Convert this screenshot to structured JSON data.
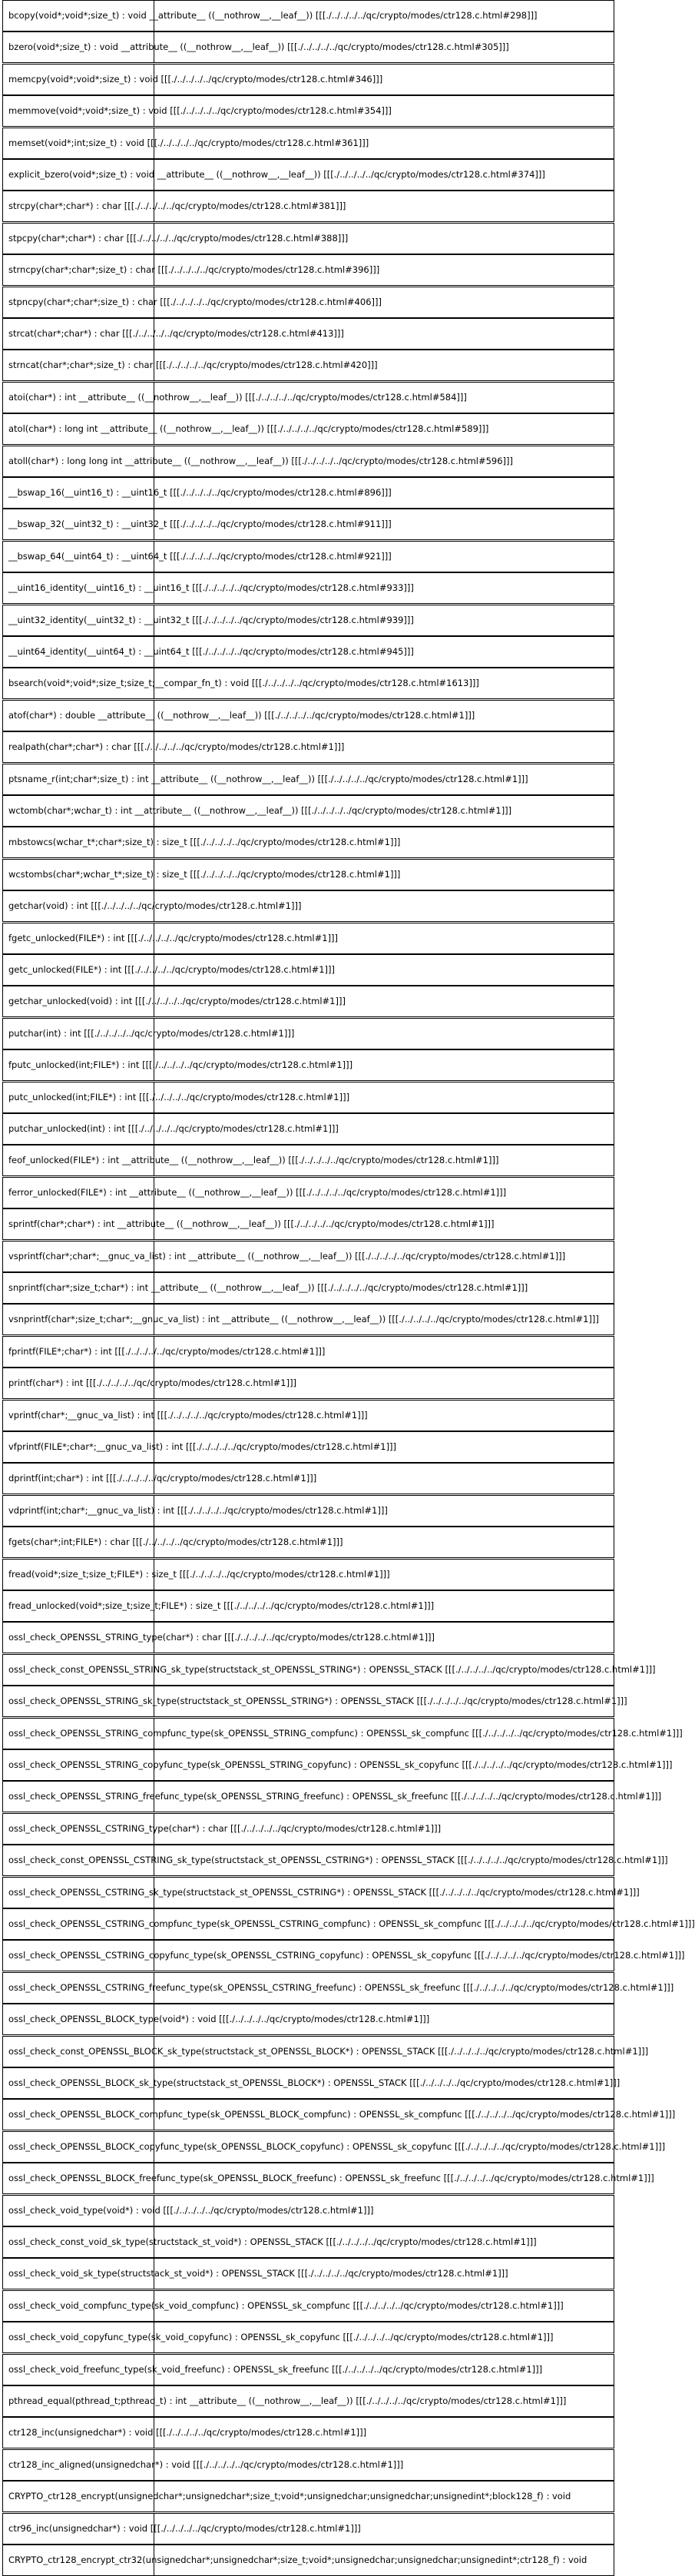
{
  "symbols": [
    "bcopy(void*;void*;size_t) : void __attribute__ ((__nothrow__,__leaf__)) [[[./../../../../qc/crypto/modes/ctr128.c.html#298]]]",
    "bzero(void*;size_t) : void __attribute__ ((__nothrow__,__leaf__)) [[[./../../../../qc/crypto/modes/ctr128.c.html#305]]]",
    "memcpy(void*;void*;size_t) : void [[[./../../../../qc/crypto/modes/ctr128.c.html#346]]]",
    "memmove(void*;void*;size_t) : void [[[./../../../../qc/crypto/modes/ctr128.c.html#354]]]",
    "memset(void*;int;size_t) : void [[[./../../../../qc/crypto/modes/ctr128.c.html#361]]]",
    "explicit_bzero(void*;size_t) : void __attribute__ ((__nothrow__,__leaf__)) [[[./../../../../qc/crypto/modes/ctr128.c.html#374]]]",
    "strcpy(char*;char*) : char [[[./../../../../qc/crypto/modes/ctr128.c.html#381]]]",
    "stpcpy(char*;char*) : char [[[./../../../../qc/crypto/modes/ctr128.c.html#388]]]",
    "strncpy(char*;char*;size_t) : char [[[./../../../../qc/crypto/modes/ctr128.c.html#396]]]",
    "stpncpy(char*;char*;size_t) : char [[[./../../../../qc/crypto/modes/ctr128.c.html#406]]]",
    "strcat(char*;char*) : char [[[./../../../../qc/crypto/modes/ctr128.c.html#413]]]",
    "strncat(char*;char*;size_t) : char [[[./../../../../qc/crypto/modes/ctr128.c.html#420]]]",
    "atoi(char*) : int __attribute__ ((__nothrow__,__leaf__)) [[[./../../../../qc/crypto/modes/ctr128.c.html#584]]]",
    "atol(char*) : long int __attribute__ ((__nothrow__,__leaf__)) [[[./../../../../qc/crypto/modes/ctr128.c.html#589]]]",
    "atoll(char*) : long long int __attribute__ ((__nothrow__,__leaf__)) [[[./../../../../qc/crypto/modes/ctr128.c.html#596]]]",
    "__bswap_16(__uint16_t) : __uint16_t [[[./../../../../qc/crypto/modes/ctr128.c.html#896]]]",
    "__bswap_32(__uint32_t) : __uint32_t [[[./../../../../qc/crypto/modes/ctr128.c.html#911]]]",
    "__bswap_64(__uint64_t) : __uint64_t [[[./../../../../qc/crypto/modes/ctr128.c.html#921]]]",
    "__uint16_identity(__uint16_t) : __uint16_t [[[./../../../../qc/crypto/modes/ctr128.c.html#933]]]",
    "__uint32_identity(__uint32_t) : __uint32_t [[[./../../../../qc/crypto/modes/ctr128.c.html#939]]]",
    "__uint64_identity(__uint64_t) : __uint64_t [[[./../../../../qc/crypto/modes/ctr128.c.html#945]]]",
    "bsearch(void*;void*;size_t;size_t;__compar_fn_t) : void [[[./../../../../qc/crypto/modes/ctr128.c.html#1613]]]",
    "atof(char*) : double __attribute__ ((__nothrow__,__leaf__)) [[[./../../../../qc/crypto/modes/ctr128.c.html#1]]]",
    "realpath(char*;char*) : char [[[./../../../../qc/crypto/modes/ctr128.c.html#1]]]",
    "ptsname_r(int;char*;size_t) : int __attribute__ ((__nothrow__,__leaf__)) [[[./../../../../qc/crypto/modes/ctr128.c.html#1]]]",
    "wctomb(char*;wchar_t) : int __attribute__ ((__nothrow__,__leaf__)) [[[./../../../../qc/crypto/modes/ctr128.c.html#1]]]",
    "mbstowcs(wchar_t*;char*;size_t) : size_t [[[./../../../../qc/crypto/modes/ctr128.c.html#1]]]",
    "wcstombs(char*;wchar_t*;size_t) : size_t [[[./../../../../qc/crypto/modes/ctr128.c.html#1]]]",
    "getchar(void) : int [[[./../../../../qc/crypto/modes/ctr128.c.html#1]]]",
    "fgetc_unlocked(FILE*) : int [[[./../../../../qc/crypto/modes/ctr128.c.html#1]]]",
    "getc_unlocked(FILE*) : int [[[./../../../../qc/crypto/modes/ctr128.c.html#1]]]",
    "getchar_unlocked(void) : int [[[./../../../../qc/crypto/modes/ctr128.c.html#1]]]",
    "putchar(int) : int [[[./../../../../qc/crypto/modes/ctr128.c.html#1]]]",
    "fputc_unlocked(int;FILE*) : int [[[./../../../../qc/crypto/modes/ctr128.c.html#1]]]",
    "putc_unlocked(int;FILE*) : int [[[./../../../../qc/crypto/modes/ctr128.c.html#1]]]",
    "putchar_unlocked(int) : int [[[./../../../../qc/crypto/modes/ctr128.c.html#1]]]",
    "feof_unlocked(FILE*) : int __attribute__ ((__nothrow__,__leaf__)) [[[./../../../../qc/crypto/modes/ctr128.c.html#1]]]",
    "ferror_unlocked(FILE*) : int __attribute__ ((__nothrow__,__leaf__)) [[[./../../../../qc/crypto/modes/ctr128.c.html#1]]]",
    "sprintf(char*;char*) : int __attribute__ ((__nothrow__,__leaf__)) [[[./../../../../qc/crypto/modes/ctr128.c.html#1]]]",
    "vsprintf(char*;char*;__gnuc_va_list) : int __attribute__ ((__nothrow__,__leaf__)) [[[./../../../../qc/crypto/modes/ctr128.c.html#1]]]",
    "snprintf(char*;size_t;char*) : int __attribute__ ((__nothrow__,__leaf__)) [[[./../../../../qc/crypto/modes/ctr128.c.html#1]]]",
    "vsnprintf(char*;size_t;char*;__gnuc_va_list) : int __attribute__ ((__nothrow__,__leaf__)) [[[./../../../../qc/crypto/modes/ctr128.c.html#1]]]",
    "fprintf(FILE*;char*) : int [[[./../../../../qc/crypto/modes/ctr128.c.html#1]]]",
    "printf(char*) : int [[[./../../../../qc/crypto/modes/ctr128.c.html#1]]]",
    "vprintf(char*;__gnuc_va_list) : int [[[./../../../../qc/crypto/modes/ctr128.c.html#1]]]",
    "vfprintf(FILE*;char*;__gnuc_va_list) : int [[[./../../../../qc/crypto/modes/ctr128.c.html#1]]]",
    "dprintf(int;char*) : int [[[./../../../../qc/crypto/modes/ctr128.c.html#1]]]",
    "vdprintf(int;char*;__gnuc_va_list) : int [[[./../../../../qc/crypto/modes/ctr128.c.html#1]]]",
    "fgets(char*;int;FILE*) : char [[[./../../../../qc/crypto/modes/ctr128.c.html#1]]]",
    "fread(void*;size_t;size_t;FILE*) : size_t [[[./../../../../qc/crypto/modes/ctr128.c.html#1]]]",
    "fread_unlocked(void*;size_t;size_t;FILE*) : size_t [[[./../../../../qc/crypto/modes/ctr128.c.html#1]]]",
    "ossl_check_OPENSSL_STRING_type(char*) : char [[[./../../../../qc/crypto/modes/ctr128.c.html#1]]]",
    "ossl_check_const_OPENSSL_STRING_sk_type(structstack_st_OPENSSL_STRING*) : OPENSSL_STACK [[[./../../../../qc/crypto/modes/ctr128.c.html#1]]]",
    "ossl_check_OPENSSL_STRING_sk_type(structstack_st_OPENSSL_STRING*) : OPENSSL_STACK [[[./../../../../qc/crypto/modes/ctr128.c.html#1]]]",
    "ossl_check_OPENSSL_STRING_compfunc_type(sk_OPENSSL_STRING_compfunc) : OPENSSL_sk_compfunc [[[./../../../../qc/crypto/modes/ctr128.c.html#1]]]",
    "ossl_check_OPENSSL_STRING_copyfunc_type(sk_OPENSSL_STRING_copyfunc) : OPENSSL_sk_copyfunc [[[./../../../../qc/crypto/modes/ctr128.c.html#1]]]",
    "ossl_check_OPENSSL_STRING_freefunc_type(sk_OPENSSL_STRING_freefunc) : OPENSSL_sk_freefunc [[[./../../../../qc/crypto/modes/ctr128.c.html#1]]]",
    "ossl_check_OPENSSL_CSTRING_type(char*) : char [[[./../../../../qc/crypto/modes/ctr128.c.html#1]]]",
    "ossl_check_const_OPENSSL_CSTRING_sk_type(structstack_st_OPENSSL_CSTRING*) : OPENSSL_STACK [[[./../../../../qc/crypto/modes/ctr128.c.html#1]]]",
    "ossl_check_OPENSSL_CSTRING_sk_type(structstack_st_OPENSSL_CSTRING*) : OPENSSL_STACK [[[./../../../../qc/crypto/modes/ctr128.c.html#1]]]",
    "ossl_check_OPENSSL_CSTRING_compfunc_type(sk_OPENSSL_CSTRING_compfunc) : OPENSSL_sk_compfunc [[[./../../../../qc/crypto/modes/ctr128.c.html#1]]]",
    "ossl_check_OPENSSL_CSTRING_copyfunc_type(sk_OPENSSL_CSTRING_copyfunc) : OPENSSL_sk_copyfunc [[[./../../../../qc/crypto/modes/ctr128.c.html#1]]]",
    "ossl_check_OPENSSL_CSTRING_freefunc_type(sk_OPENSSL_CSTRING_freefunc) : OPENSSL_sk_freefunc [[[./../../../../qc/crypto/modes/ctr128.c.html#1]]]",
    "ossl_check_OPENSSL_BLOCK_type(void*) : void [[[./../../../../qc/crypto/modes/ctr128.c.html#1]]]",
    "ossl_check_const_OPENSSL_BLOCK_sk_type(structstack_st_OPENSSL_BLOCK*) : OPENSSL_STACK [[[./../../../../qc/crypto/modes/ctr128.c.html#1]]]",
    "ossl_check_OPENSSL_BLOCK_sk_type(structstack_st_OPENSSL_BLOCK*) : OPENSSL_STACK [[[./../../../../qc/crypto/modes/ctr128.c.html#1]]]",
    "ossl_check_OPENSSL_BLOCK_compfunc_type(sk_OPENSSL_BLOCK_compfunc) : OPENSSL_sk_compfunc [[[./../../../../qc/crypto/modes/ctr128.c.html#1]]]",
    "ossl_check_OPENSSL_BLOCK_copyfunc_type(sk_OPENSSL_BLOCK_copyfunc) : OPENSSL_sk_copyfunc [[[./../../../../qc/crypto/modes/ctr128.c.html#1]]]",
    "ossl_check_OPENSSL_BLOCK_freefunc_type(sk_OPENSSL_BLOCK_freefunc) : OPENSSL_sk_freefunc [[[./../../../../qc/crypto/modes/ctr128.c.html#1]]]",
    "ossl_check_void_type(void*) : void [[[./../../../../qc/crypto/modes/ctr128.c.html#1]]]",
    "ossl_check_const_void_sk_type(structstack_st_void*) : OPENSSL_STACK [[[./../../../../qc/crypto/modes/ctr128.c.html#1]]]",
    "ossl_check_void_sk_type(structstack_st_void*) : OPENSSL_STACK [[[./../../../../qc/crypto/modes/ctr128.c.html#1]]]",
    "ossl_check_void_compfunc_type(sk_void_compfunc) : OPENSSL_sk_compfunc [[[./../../../../qc/crypto/modes/ctr128.c.html#1]]]",
    "ossl_check_void_copyfunc_type(sk_void_copyfunc) : OPENSSL_sk_copyfunc [[[./../../../../qc/crypto/modes/ctr128.c.html#1]]]",
    "ossl_check_void_freefunc_type(sk_void_freefunc) : OPENSSL_sk_freefunc [[[./../../../../qc/crypto/modes/ctr128.c.html#1]]]",
    "pthread_equal(pthread_t;pthread_t) : int __attribute__ ((__nothrow__,__leaf__)) [[[./../../../../qc/crypto/modes/ctr128.c.html#1]]]",
    "ctr128_inc(unsignedchar*) : void [[[./../../../../qc/crypto/modes/ctr128.c.html#1]]]",
    "ctr128_inc_aligned(unsignedchar*) : void [[[./../../../../qc/crypto/modes/ctr128.c.html#1]]]",
    "CRYPTO_ctr128_encrypt(unsignedchar*;unsignedchar*;size_t;void*;unsignedchar;unsignedchar;unsignedint*;block128_f) : void",
    "ctr96_inc(unsignedchar*) : void [[[./../../../../qc/crypto/modes/ctr128.c.html#1]]]",
    "CRYPTO_ctr128_encrypt_ctr32(unsignedchar*;unsignedchar*;size_t;void*;unsignedchar;unsignedchar;unsignedint*;ctr128_f) : void"
  ]
}
